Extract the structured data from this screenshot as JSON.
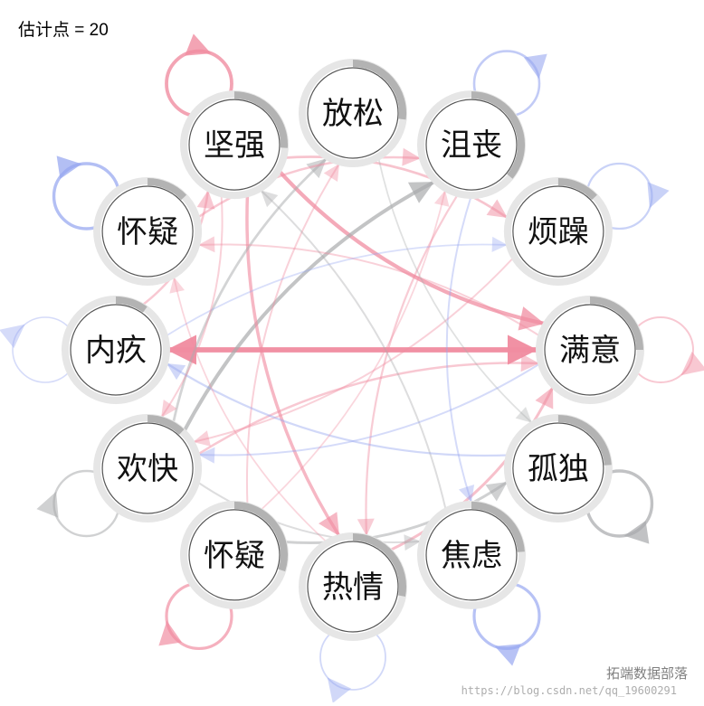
{
  "title": "估计点 = 20",
  "watermark": "拓端数据部落",
  "watermark_url": "https://blog.csdn.net/qq_19600291",
  "colors": {
    "positive": "#f08ca0",
    "negative": "#96a6f0",
    "neutral": "#a9abad",
    "ring": "#b3b3b3",
    "ring_bg": "#e6e6e6"
  },
  "nodes": [
    {
      "id": "fangsong",
      "label": "放松",
      "pie": 0.27
    },
    {
      "id": "jusang",
      "label": "沮丧",
      "pie": 0.36
    },
    {
      "id": "fanzao",
      "label": "烦躁",
      "pie": 0.13
    },
    {
      "id": "manyi",
      "label": "满意",
      "pie": 0.25
    },
    {
      "id": "gudu",
      "label": "孤独",
      "pie": 0.24
    },
    {
      "id": "jiaolu",
      "label": "焦虑",
      "pie": 0.24
    },
    {
      "id": "reqing",
      "label": "热情",
      "pie": 0.28
    },
    {
      "id": "huaiyi_b",
      "label": "怀疑",
      "pie": 0.3
    },
    {
      "id": "huankuai",
      "label": "欢快",
      "pie": 0.12
    },
    {
      "id": "neijiu",
      "label": "内疚",
      "pie": 0.1
    },
    {
      "id": "huaiyi_t",
      "label": "怀疑",
      "pie": 0.13
    },
    {
      "id": "jianqiang",
      "label": "坚强",
      "pie": 0.26
    }
  ],
  "edges": [
    {
      "from": "neijiu",
      "to": "manyi",
      "w": 0.95,
      "sign": "pos",
      "both": true
    },
    {
      "from": "jianqiang",
      "to": "manyi",
      "w": 0.65,
      "sign": "pos"
    },
    {
      "from": "huankuai",
      "to": "jusang",
      "w": 0.6,
      "sign": "neu"
    },
    {
      "from": "jianqiang",
      "to": "reqing",
      "w": 0.5,
      "sign": "pos"
    },
    {
      "from": "huankuai",
      "to": "fangsong",
      "w": 0.35,
      "sign": "neu"
    },
    {
      "from": "huaiyi_b",
      "to": "gudu",
      "w": 0.4,
      "sign": "neu"
    },
    {
      "from": "jianqiang",
      "to": "fanzao",
      "w": 0.35,
      "sign": "pos"
    },
    {
      "from": "reqing",
      "to": "manyi",
      "w": 0.4,
      "sign": "pos"
    },
    {
      "from": "huaiyi_t",
      "to": "jusang",
      "w": 0.3,
      "sign": "pos"
    },
    {
      "from": "neijiu",
      "to": "jianqiang",
      "w": 0.3,
      "sign": "pos"
    },
    {
      "from": "huankuai",
      "to": "manyi",
      "w": 0.3,
      "sign": "pos"
    },
    {
      "from": "jusang",
      "to": "reqing",
      "w": 0.25,
      "sign": "pos"
    },
    {
      "from": "fanzao",
      "to": "huankuai",
      "w": 0.2,
      "sign": "pos"
    },
    {
      "from": "manyi",
      "to": "huaiyi_t",
      "w": 0.2,
      "sign": "pos"
    },
    {
      "from": "huaiyi_b",
      "to": "fangsong",
      "w": 0.2,
      "sign": "pos"
    },
    {
      "from": "jiaolu",
      "to": "jianqiang",
      "w": 0.2,
      "sign": "neu"
    },
    {
      "from": "gudu",
      "to": "neijiu",
      "w": 0.25,
      "sign": "neg"
    },
    {
      "from": "jusang",
      "to": "jiaolu",
      "w": 0.2,
      "sign": "neg"
    },
    {
      "from": "neijiu",
      "to": "fanzao",
      "w": 0.15,
      "sign": "neg"
    },
    {
      "from": "fangsong",
      "to": "gudu",
      "w": 0.15,
      "sign": "neu"
    },
    {
      "from": "reqing",
      "to": "huaiyi_t",
      "w": 0.15,
      "sign": "pos"
    },
    {
      "from": "huankuai",
      "to": "jiaolu",
      "w": 0.2,
      "sign": "neu"
    },
    {
      "from": "manyi",
      "to": "huankuai",
      "w": 0.2,
      "sign": "neg"
    },
    {
      "from": "huaiyi_b",
      "to": "jusang",
      "w": 0.15,
      "sign": "pos"
    },
    {
      "from": "jianqiang",
      "to": "huankuai",
      "w": 0.2,
      "sign": "pos"
    }
  ],
  "loops": [
    {
      "node": "jianqiang",
      "w": 0.7,
      "sign": "pos"
    },
    {
      "node": "jusang",
      "w": 0.4,
      "sign": "neg"
    },
    {
      "node": "fanzao",
      "w": 0.3,
      "sign": "neg"
    },
    {
      "node": "huaiyi_t",
      "w": 0.6,
      "sign": "neg"
    },
    {
      "node": "neijiu",
      "w": 0.15,
      "sign": "neg"
    },
    {
      "node": "manyi",
      "w": 0.25,
      "sign": "pos"
    },
    {
      "node": "huankuai",
      "w": 0.35,
      "sign": "neu"
    },
    {
      "node": "gudu",
      "w": 0.6,
      "sign": "neu"
    },
    {
      "node": "huaiyi_b",
      "w": 0.55,
      "sign": "pos"
    },
    {
      "node": "jiaolu",
      "w": 0.55,
      "sign": "neg"
    },
    {
      "node": "reqing",
      "w": 0.2,
      "sign": "neg"
    }
  ]
}
